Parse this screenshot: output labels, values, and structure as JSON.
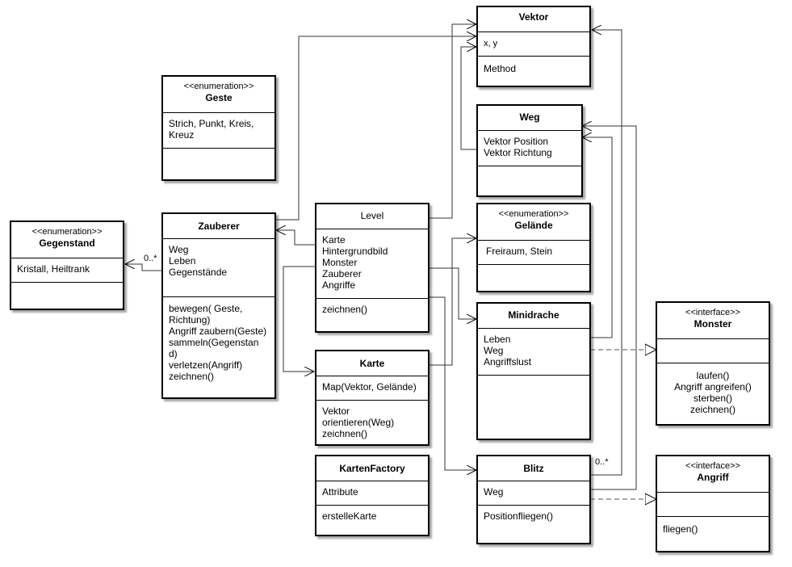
{
  "diagram": {
    "classes": [
      {
        "id": "vektor",
        "name": "Vektor",
        "stereotype": "",
        "attributes": "x, y",
        "methods": "Method"
      },
      {
        "id": "geste",
        "name": "Geste",
        "stereotype": "<<enumeration>>",
        "attributes": "Strich, Punkt, Kreis,\nKreuz",
        "methods": ""
      },
      {
        "id": "weg",
        "name": "Weg",
        "stereotype": "",
        "attributes": "Vektor Position\nVektor Richtung",
        "methods": ""
      },
      {
        "id": "gegenstand",
        "name": "Gegenstand",
        "stereotype": "<<enumeration>>",
        "attributes": "Kristall, Heiltrank",
        "methods": ""
      },
      {
        "id": "zauberer",
        "name": "Zauberer",
        "stereotype": "",
        "attributes": "Weg\nLeben\nGegenstände",
        "methods": "bewegen( Geste,\nRichtung)\nAngriff zaubern(Geste)\nsammeln(Gegenstan\nd)\nverletzen(Angriff)\nzeichnen()"
      },
      {
        "id": "level",
        "name": "Level",
        "stereotype": "",
        "attributes": "Karte\nHintergrundbild\nMonster\nZauberer\nAngriffe",
        "methods": "zeichnen()"
      },
      {
        "id": "gelaende",
        "name": "Gelände",
        "stereotype": "<<enumeration>>",
        "attributes": "Freiraum, Stein",
        "methods": ""
      },
      {
        "id": "minidrache",
        "name": "Minidrache",
        "stereotype": "",
        "attributes": "Leben\nWeg\nAngriffslust",
        "methods": ""
      },
      {
        "id": "monster",
        "name": "Monster",
        "stereotype": "<<interface>>",
        "attributes": "",
        "methods": "laufen()\nAngriff angreifen()\nsterben()\nzeichnen()"
      },
      {
        "id": "karte",
        "name": "Karte",
        "stereotype": "",
        "attributes": "Map(Vektor, Gelände)",
        "methods": "Vektor\norientieren(Weg)\nzeichnen()"
      },
      {
        "id": "kartenfactory",
        "name": "KartenFactory",
        "stereotype": "",
        "attributes": "Attribute",
        "methods": "erstelleKarte"
      },
      {
        "id": "blitz",
        "name": "Blitz",
        "stereotype": "",
        "attributes": "Weg",
        "methods": "Positionfliegen()"
      },
      {
        "id": "angriff",
        "name": "Angriff",
        "stereotype": "<<interface>>",
        "attributes": "",
        "methods": "fliegen()"
      }
    ],
    "multiplicities": {
      "gegenstand": "0..*",
      "blitz": "0..*"
    }
  }
}
